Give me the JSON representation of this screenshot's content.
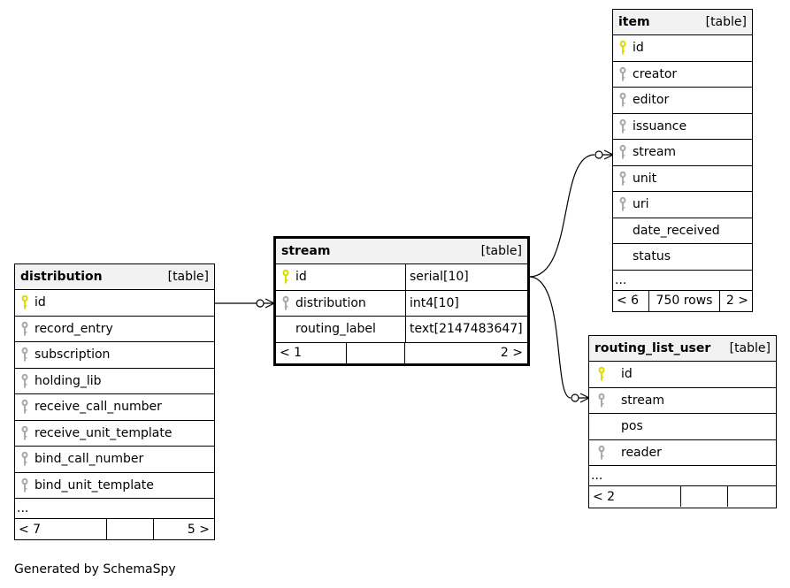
{
  "colors": {
    "primary_key": "#dcdc00",
    "foreign_key": "#aaaaaa",
    "header_bg": "#f2f2f2"
  },
  "footer_text": "Generated by SchemaSpy",
  "tables": {
    "distribution": {
      "name": "distribution",
      "tag": "[table]",
      "columns": [
        {
          "name": "id",
          "key": "primary-key"
        },
        {
          "name": "record_entry",
          "key": "foreign-key"
        },
        {
          "name": "subscription",
          "key": "foreign-key"
        },
        {
          "name": "holding_lib",
          "key": "foreign-key"
        },
        {
          "name": "receive_call_number",
          "key": "foreign-key"
        },
        {
          "name": "receive_unit_template",
          "key": "foreign-key"
        },
        {
          "name": "bind_call_number",
          "key": "foreign-key"
        },
        {
          "name": "bind_unit_template",
          "key": "foreign-key"
        }
      ],
      "ellipsis": "...",
      "footer": {
        "left": "< 7",
        "middle": "",
        "right": "5 >"
      }
    },
    "stream": {
      "name": "stream",
      "tag": "[table]",
      "columns": [
        {
          "name": "id",
          "type": "serial[10]",
          "key": "primary-key"
        },
        {
          "name": "distribution",
          "type": "int4[10]",
          "key": "foreign-key"
        },
        {
          "name": "routing_label",
          "type": "text[2147483647]",
          "key": "none"
        }
      ],
      "footer": {
        "left": "< 1",
        "middle": "",
        "right": "2 >"
      }
    },
    "item": {
      "name": "item",
      "tag": "[table]",
      "columns": [
        {
          "name": "id",
          "key": "primary-key"
        },
        {
          "name": "creator",
          "key": "foreign-key"
        },
        {
          "name": "editor",
          "key": "foreign-key"
        },
        {
          "name": "issuance",
          "key": "foreign-key"
        },
        {
          "name": "stream",
          "key": "foreign-key"
        },
        {
          "name": "unit",
          "key": "foreign-key"
        },
        {
          "name": "uri",
          "key": "foreign-key"
        },
        {
          "name": "date_received",
          "key": "none"
        },
        {
          "name": "status",
          "key": "none"
        }
      ],
      "ellipsis": "...",
      "footer": {
        "left": "< 6",
        "middle": "750 rows",
        "right": "2 >"
      }
    },
    "routing_list_user": {
      "name": "routing_list_user",
      "tag": "[table]",
      "columns": [
        {
          "name": "id",
          "key": "primary-key"
        },
        {
          "name": "stream",
          "key": "foreign-key"
        },
        {
          "name": "pos",
          "key": "none"
        },
        {
          "name": "reader",
          "key": "foreign-key"
        }
      ],
      "ellipsis": "...",
      "footer": {
        "left": "< 2",
        "middle": "",
        "right": ""
      }
    }
  }
}
